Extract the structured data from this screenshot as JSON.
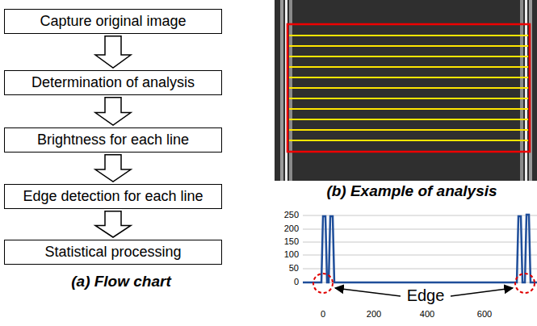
{
  "diagram": {
    "nodes": [
      {
        "text": [
          "Capture original image"
        ]
      },
      {
        "text": [
          "Determination of analysis"
        ]
      },
      {
        "text": [
          "Brightness for each line"
        ]
      },
      {
        "text": [
          "Edge detection for each line"
        ]
      },
      {
        "text": [
          "Statistical processing"
        ]
      }
    ],
    "edges": [
      {
        "from": 0,
        "to": 1,
        "arrow": "to"
      },
      {
        "from": 1,
        "to": 2,
        "arrow": "to"
      },
      {
        "from": 2,
        "to": 3,
        "arrow": "to"
      },
      {
        "from": 3,
        "to": 4,
        "arrow": "to"
      }
    ],
    "labels": [
      "(a) Flow chart",
      "(b) Example of analysis",
      "250",
      "200",
      "150",
      "100",
      "50",
      "0",
      "0",
      "200",
      "400",
      "600",
      "Edge"
    ]
  }
}
